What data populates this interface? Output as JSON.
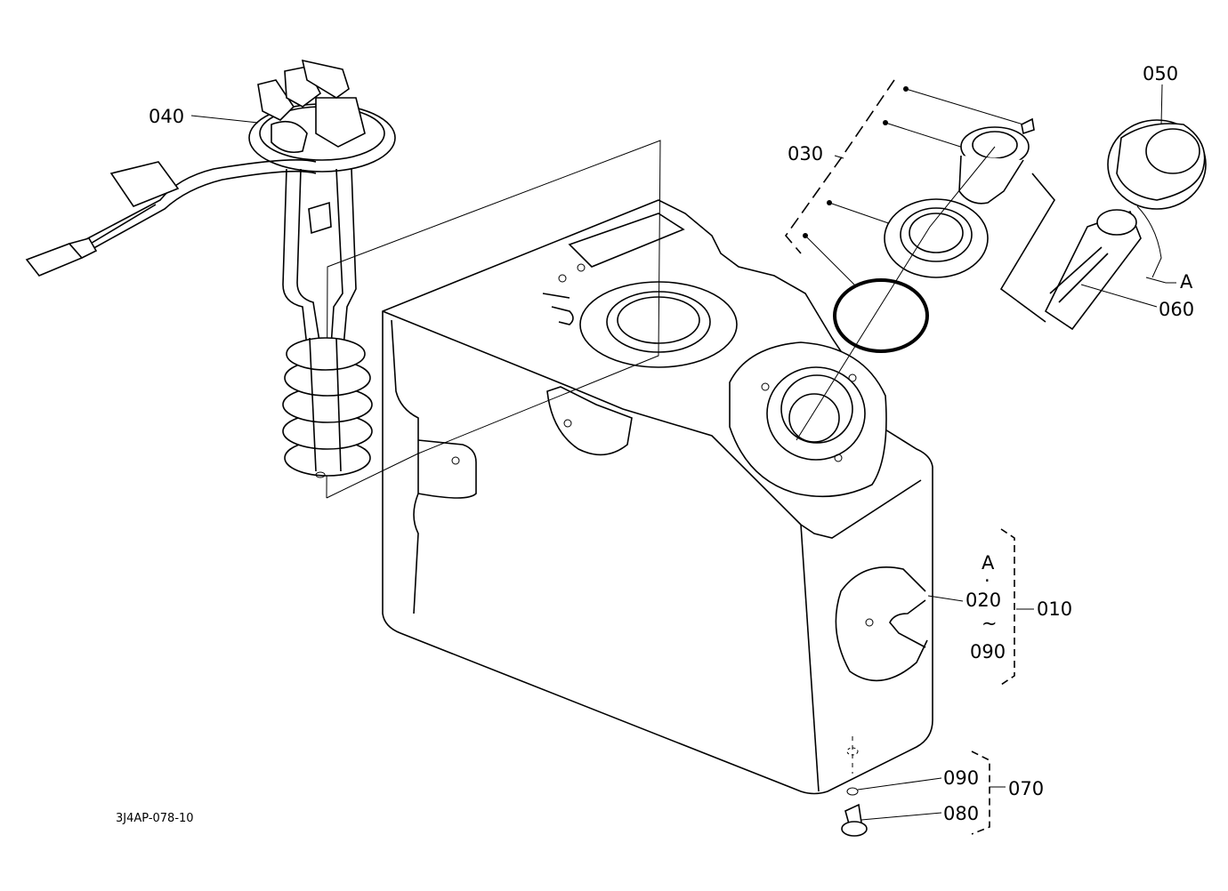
{
  "callouts": {
    "c010": "010",
    "c020": "020",
    "c030": "030",
    "c040": "040",
    "c050": "050",
    "c060": "060",
    "c070": "070",
    "c080": "080",
    "c090_range": "090",
    "c090_bottom": "090",
    "ref_a_top": "A",
    "ref_a_side": "A",
    "range_tilde": "~",
    "dot": "·"
  },
  "drawing_code": "3J4AP-078-10"
}
